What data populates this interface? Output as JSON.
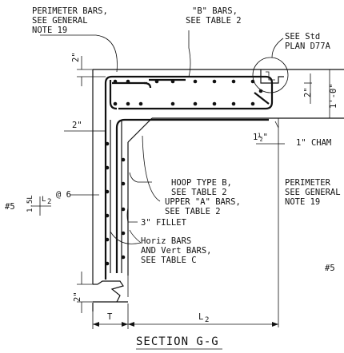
{
  "labels": {
    "perimeter_bars_1": "PERIMETER BARS,",
    "perimeter_bars_2": "SEE GENERAL",
    "perimeter_bars_3": "NOTE 19",
    "b_bars_1": "\"B\" BARS,",
    "b_bars_2": "SEE TABLE 2",
    "std_plan_1": "SEE Std",
    "std_plan_2": "PLAN D77A",
    "dim_2in_top": "2\"",
    "dim_2in_right": "2\"",
    "dim_1ft": "1'-0\"",
    "dim_2in_left": "2\"",
    "dim_1half": "1½\"",
    "chamfer": "1\" CHAM",
    "rebar_size_left": "#5",
    "spacing_num": "1.5L",
    "spacing_sub": "2",
    "spacing_den": "L",
    "spacing_den_sub": "2",
    "spacing_at": "@ 6",
    "hoop_1": "HOOP TYPE B,",
    "hoop_2": "SEE TABLE 2",
    "upper_a_1": "UPPER \"A\" BARS,",
    "upper_a_2": "SEE TABLE 2",
    "fillet": "3\" FILLET",
    "perimeter_r_1": "PERIMETER",
    "perimeter_r_2": "SEE GENERAL",
    "perimeter_r_3": "NOTE 19",
    "horiz_1": "Horiz BARS",
    "horiz_2": "AND Vert BARS,",
    "horiz_3": "SEE TABLE C",
    "rebar_size_right": "#5",
    "dim_2in_bottom": "2\"",
    "dim_T": "T",
    "dim_L2": "L",
    "dim_L2_sub": "2",
    "title": "SECTION G-G"
  }
}
